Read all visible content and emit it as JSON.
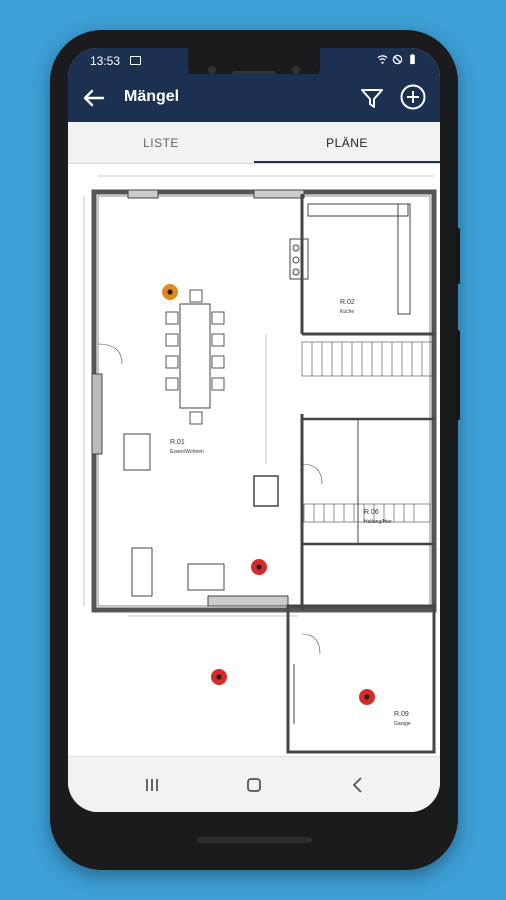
{
  "status_bar": {
    "time": "13:53"
  },
  "app_bar": {
    "title": "Mängel"
  },
  "tabs": [
    {
      "label": "LISTE",
      "selected": false
    },
    {
      "label": "PLÄNE",
      "selected": true
    }
  ],
  "floor_plan": {
    "rooms": [
      {
        "id": "R.01",
        "name": "Essen/Wohnen"
      },
      {
        "id": "R.02",
        "name": "Küche"
      },
      {
        "id": "R.06",
        "name": "Haltung/Hwr"
      },
      {
        "id": "R.09",
        "name": "Garage"
      }
    ],
    "defect_markers": [
      {
        "status": "open",
        "color": "#e08a1e"
      },
      {
        "status": "critical",
        "color": "#d62a2a"
      },
      {
        "status": "critical",
        "color": "#d62a2a"
      },
      {
        "status": "critical",
        "color": "#d62a2a"
      }
    ]
  },
  "colors": {
    "brand": "#1c3152",
    "background": "#3d9fd6",
    "marker_orange": "#e08a1e",
    "marker_red": "#d62a2a"
  },
  "icons": {
    "back": "arrow-left-icon",
    "filter": "filter-icon",
    "add": "plus-circle-icon"
  }
}
